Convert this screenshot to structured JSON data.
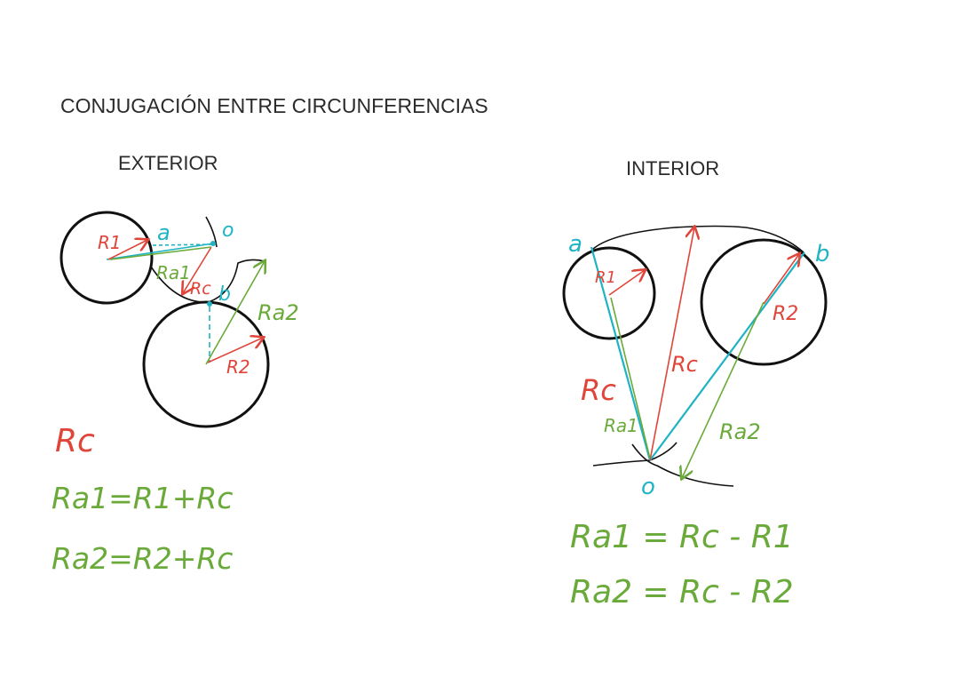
{
  "title": "CONJUGACIÓN ENTRE CIRCUNFERENCIAS",
  "exterior": {
    "heading": "EXTERIOR",
    "labels": {
      "r1": "R1",
      "r2": "R2",
      "rc": "Rc",
      "ra1": "Ra1",
      "ra2": "Ra2",
      "a": "a",
      "b": "b",
      "o": "o"
    },
    "formulas": {
      "rc": "Rc",
      "ra1": "Ra1=R1+Rc",
      "ra2": "Ra2=R2+Rc"
    }
  },
  "interior": {
    "heading": "INTERIOR",
    "labels": {
      "r1": "R1",
      "r2": "R2",
      "rc": "Rc",
      "rc_side": "Rc",
      "ra1": "Ra1",
      "ra2": "Ra2",
      "a": "a",
      "b": "b",
      "o": "o"
    },
    "formulas": {
      "ra1": "Ra1 = Rc - R1",
      "ra2": "Ra2 = Rc - R2"
    }
  },
  "colors": {
    "red": "#e0453a",
    "green": "#6aaa3a",
    "cyan": "#1fb3c4",
    "black": "#111111"
  }
}
